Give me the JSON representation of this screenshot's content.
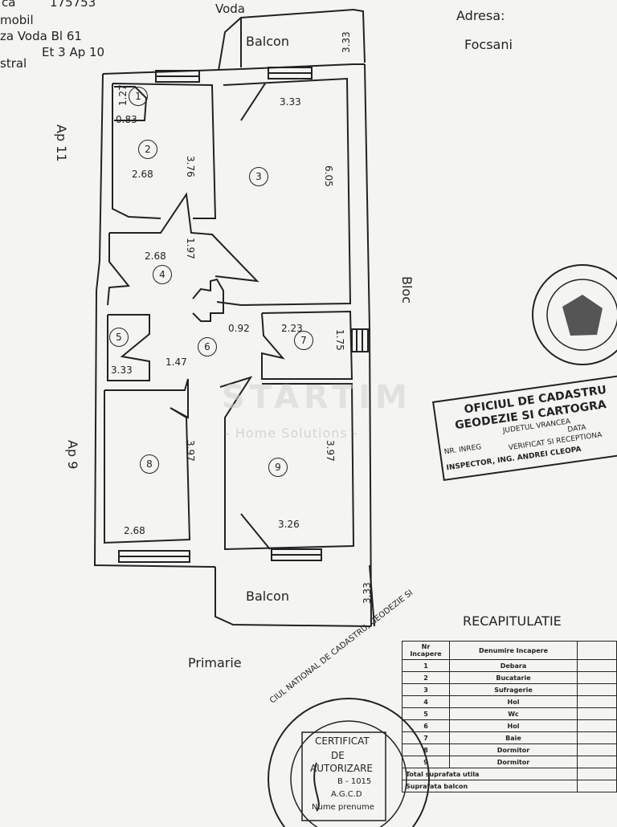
{
  "header": {
    "top_left_1": "ca",
    "top_left_id": "175753",
    "top_left_2": "mobil",
    "address_line": "za Voda Bl 61",
    "floor_line": "Et 3 Ap 10",
    "top_left_3": "stral",
    "top_center": "Voda",
    "address_label": "Adresa:",
    "city": "Focsani"
  },
  "plan": {
    "balcon_top": "Balcon",
    "balcon_top_dim": "3.33",
    "balcon_bottom": "Balcon",
    "balcon_bottom_dim": "3.33",
    "ap_left_top": "Ap 11",
    "ap_left_bottom": "Ap 9",
    "side_right": "Bloc",
    "bottom_label": "Primarie",
    "rooms": [
      {
        "num": "1",
        "dims": [
          "1.27",
          "0.83"
        ]
      },
      {
        "num": "2",
        "dims": [
          "2.68",
          "3.76"
        ]
      },
      {
        "num": "3",
        "dims": [
          "3.33",
          "6.05"
        ]
      },
      {
        "num": "4",
        "dims": [
          "2.68",
          "1.97"
        ]
      },
      {
        "num": "5",
        "dims": [
          "3.33"
        ]
      },
      {
        "num": "6",
        "dims": [
          "1.47",
          "0.92"
        ]
      },
      {
        "num": "7",
        "dims": [
          "2.23",
          "1.75"
        ]
      },
      {
        "num": "8",
        "dims": [
          "2.68",
          "3.97"
        ]
      },
      {
        "num": "9",
        "dims": [
          "3.26",
          "3.97"
        ]
      }
    ]
  },
  "watermark": {
    "brand": "STARTIM",
    "tagline": "- Home Solutions -"
  },
  "stamp": {
    "line1": "OFICIUL DE CADASTRU",
    "line2": "GEODEZIE SI CARTOGRA",
    "line3": "JUDETUL VRANCEA",
    "nr_label": "NR. INREG",
    "date_label": "DATA",
    "verified": "VERIFICAT SI RECEPTIONA",
    "inspector": "INSPECTOR, ING. ANDREI CLEOPA",
    "round_text": "CIUL NATIONAL DE CADASTRU, GEODEZIE SI",
    "cert1": "CERTIFICAT",
    "cert2": "DE",
    "cert3": "AUTORIZARE",
    "cert4": "B - 1015",
    "cert5": "A.G.C.D",
    "cert6": "Nume prenume"
  },
  "recap": {
    "title": "RECAPITULATIE",
    "col1": "Nr Incapere",
    "col2": "Denumire Incapere",
    "rows": [
      {
        "nr": "1",
        "name": "Debara"
      },
      {
        "nr": "2",
        "name": "Bucatarie"
      },
      {
        "nr": "3",
        "name": "Sufragerie"
      },
      {
        "nr": "4",
        "name": "Hol"
      },
      {
        "nr": "5",
        "name": "Wc"
      },
      {
        "nr": "6",
        "name": "Hol"
      },
      {
        "nr": "7",
        "name": "Baie"
      },
      {
        "nr": "8",
        "name": "Dormitor"
      },
      {
        "nr": "9",
        "name": "Dormitor"
      }
    ],
    "total_util": "Total suprafata utila",
    "total_balcon": "Suprafata balcon"
  }
}
